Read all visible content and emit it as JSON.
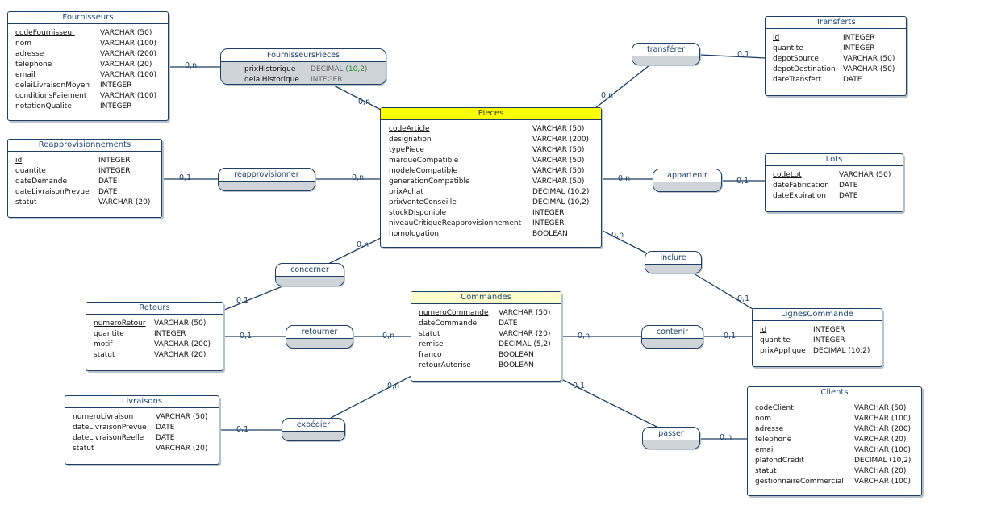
{
  "entities": {
    "fournisseurs": {
      "name": "Fournisseurs",
      "attrs": [
        {
          "n": "codeFournisseur",
          "t": "VARCHAR (50)"
        },
        {
          "n": "nom",
          "t": "VARCHAR (100)"
        },
        {
          "n": "adresse",
          "t": "VARCHAR (200)"
        },
        {
          "n": "telephone",
          "t": "VARCHAR (20)"
        },
        {
          "n": "email",
          "t": "VARCHAR (100)"
        },
        {
          "n": "delaiLivraisonMoyen",
          "t": "INTEGER"
        },
        {
          "n": "conditionsPaiement",
          "t": "VARCHAR (100)"
        },
        {
          "n": "notationQualite",
          "t": "INTEGER"
        }
      ]
    },
    "reappro": {
      "name": "Reapprovisionnements",
      "attrs": [
        {
          "n": "id",
          "t": "INTEGER"
        },
        {
          "n": "quantite",
          "t": "INTEGER"
        },
        {
          "n": "dateDemande",
          "t": "DATE"
        },
        {
          "n": "dateLivraisonPrevue",
          "t": "DATE"
        },
        {
          "n": "statut",
          "t": "VARCHAR (20)"
        }
      ]
    },
    "pieces": {
      "name": "Pieces",
      "attrs": [
        {
          "n": "codeArticle",
          "t": "VARCHAR (50)"
        },
        {
          "n": "designation",
          "t": "VARCHAR (200)"
        },
        {
          "n": "typePiece",
          "t": "VARCHAR (50)"
        },
        {
          "n": "marqueCompatible",
          "t": "VARCHAR (50)"
        },
        {
          "n": "modeleCompatible",
          "t": "VARCHAR (50)"
        },
        {
          "n": "generationCompatible",
          "t": "VARCHAR (50)"
        },
        {
          "n": "prixAchat",
          "t": "DECIMAL (10,2)"
        },
        {
          "n": "prixVenteConseille",
          "t": "DECIMAL (10,2)"
        },
        {
          "n": "stockDisponible",
          "t": "INTEGER"
        },
        {
          "n": "niveauCritiqueReapprovisionnement",
          "t": "INTEGER"
        },
        {
          "n": "homologation",
          "t": "BOOLEAN"
        }
      ]
    },
    "transferts": {
      "name": "Transferts",
      "attrs": [
        {
          "n": "id",
          "t": "INTEGER"
        },
        {
          "n": "quantite",
          "t": "INTEGER"
        },
        {
          "n": "depotSource",
          "t": "VARCHAR (50)"
        },
        {
          "n": "depotDestination",
          "t": "VARCHAR (50)"
        },
        {
          "n": "dateTransfert",
          "t": "DATE"
        }
      ]
    },
    "lots": {
      "name": "Lots",
      "attrs": [
        {
          "n": "codeLot",
          "t": "VARCHAR (50)"
        },
        {
          "n": "dateFabrication",
          "t": "DATE"
        },
        {
          "n": "dateExpiration",
          "t": "DATE"
        }
      ]
    },
    "retours": {
      "name": "Retours",
      "attrs": [
        {
          "n": "numeroRetour",
          "t": "VARCHAR (50)"
        },
        {
          "n": "quantite",
          "t": "INTEGER"
        },
        {
          "n": "motif",
          "t": "VARCHAR (200)"
        },
        {
          "n": "statut",
          "t": "VARCHAR (20)"
        }
      ]
    },
    "commandes": {
      "name": "Commandes",
      "attrs": [
        {
          "n": "numeroCommande",
          "t": "VARCHAR (50)"
        },
        {
          "n": "dateCommande",
          "t": "DATE"
        },
        {
          "n": "statut",
          "t": "VARCHAR (20)"
        },
        {
          "n": "remise",
          "t": "DECIMAL (5,2)"
        },
        {
          "n": "franco",
          "t": "BOOLEAN"
        },
        {
          "n": "retourAutorise",
          "t": "BOOLEAN"
        }
      ]
    },
    "lignes": {
      "name": "LignesCommande",
      "attrs": [
        {
          "n": "id",
          "t": "INTEGER"
        },
        {
          "n": "quantite",
          "t": "INTEGER"
        },
        {
          "n": "prixApplique",
          "t": "DECIMAL (10,2)"
        }
      ]
    },
    "livraisons": {
      "name": "Livraisons",
      "attrs": [
        {
          "n": "numeroLivraison",
          "t": "VARCHAR (50)"
        },
        {
          "n": "dateLivraisonPrevue",
          "t": "DATE"
        },
        {
          "n": "dateLivraisonReelle",
          "t": "DATE"
        },
        {
          "n": "statut",
          "t": "VARCHAR (20)"
        }
      ]
    },
    "clients": {
      "name": "Clients",
      "attrs": [
        {
          "n": "codeClient",
          "t": "VARCHAR (50)"
        },
        {
          "n": "nom",
          "t": "VARCHAR (100)"
        },
        {
          "n": "adresse",
          "t": "VARCHAR (200)"
        },
        {
          "n": "telephone",
          "t": "VARCHAR (20)"
        },
        {
          "n": "email",
          "t": "VARCHAR (100)"
        },
        {
          "n": "plafondCredit",
          "t": "DECIMAL (10,2)"
        },
        {
          "n": "statut",
          "t": "VARCHAR (20)"
        },
        {
          "n": "gestionnaireCommercial",
          "t": "VARCHAR (100)"
        }
      ]
    }
  },
  "associations": {
    "fp": {
      "name": "FournisseursPieces",
      "attrs": [
        {
          "n": "prixHistorique",
          "t": "DECIMAL (",
          "num": "10,2",
          "t2": ")"
        },
        {
          "n": "delaiHistorique",
          "t": "INTEGER"
        }
      ]
    },
    "transferer": {
      "name": "transférer"
    },
    "reapprovisionner": {
      "name": "réapprovisionner"
    },
    "appartenir": {
      "name": "appartenir"
    },
    "concerner": {
      "name": "concerner"
    },
    "inclure": {
      "name": "inclure"
    },
    "retourner": {
      "name": "retourner"
    },
    "contenir": {
      "name": "contenir"
    },
    "expedier": {
      "name": "expédier"
    },
    "passer": {
      "name": "passer"
    }
  },
  "cardinalities": {
    "fourn_fp": "0,n",
    "fp_pieces": "0,n",
    "pieces_transferer": "0,n",
    "transferer_transferts": "0,1",
    "reappro_r": "0,1",
    "r_pieces": "0,n",
    "pieces_appartenir": "0,n",
    "appartenir_lots": "0,1",
    "pieces_concerner": "0,n",
    "concerner_retours": "0,1",
    "pieces_inclure": "0,n",
    "inclure_lignes": "0,1",
    "retours_retourner": "0,1",
    "retourner_commandes": "0,n",
    "commandes_contenir": "0,n",
    "contenir_lignes": "0,1",
    "livraisons_expedier": "0,1",
    "expedier_commandes": "0,n",
    "commandes_passer": "0,1",
    "passer_clients": "0,n"
  }
}
